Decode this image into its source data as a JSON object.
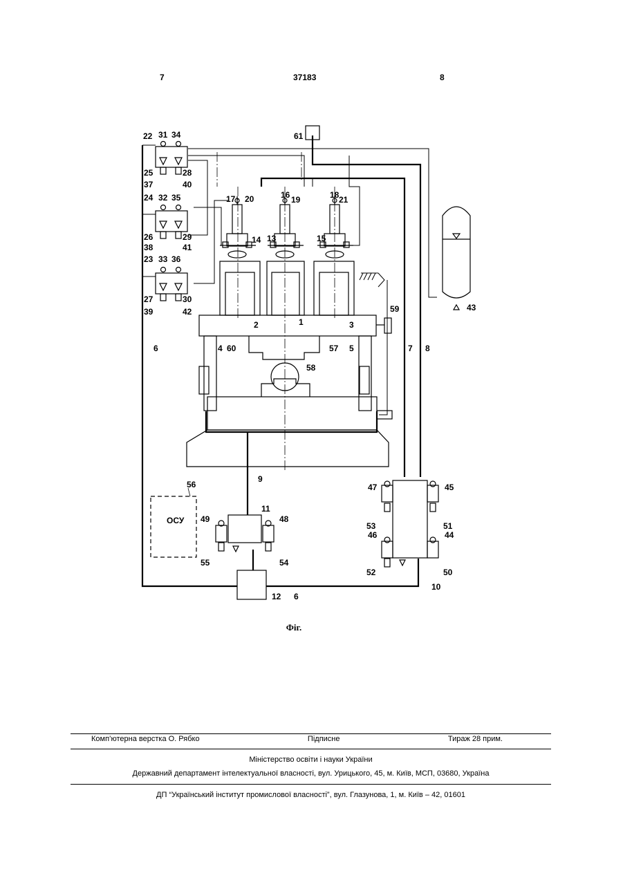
{
  "header": {
    "left_page": "7",
    "patent_number": "37183",
    "right_page": "8"
  },
  "figure": {
    "caption": "Фіг.",
    "box_label": "ОСУ",
    "labels": {
      "n1": "1",
      "n2": "2",
      "n3": "3",
      "n4": "4",
      "n5": "5",
      "n6": "6",
      "n6b": "6",
      "n7": "7",
      "n8": "8",
      "n9": "9",
      "n10": "10",
      "n11": "11",
      "n12": "12",
      "n13": "13",
      "n14": "14",
      "n15": "15",
      "n16": "16",
      "n17": "17",
      "n18": "18",
      "n19": "19",
      "n20": "20",
      "n21": "21",
      "n22": "22",
      "n23": "23",
      "n24": "24",
      "n25": "25",
      "n26": "26",
      "n27": "27",
      "n28": "28",
      "n29": "29",
      "n30": "30",
      "n31": "31",
      "n32": "32",
      "n33": "33",
      "n34": "34",
      "n35": "35",
      "n36": "36",
      "n37": "37",
      "n38": "38",
      "n39": "39",
      "n40": "40",
      "n41": "41",
      "n42": "42",
      "n43": "43",
      "n44": "44",
      "n45": "45",
      "n46": "46",
      "n47": "47",
      "n48": "48",
      "n49": "49",
      "n50": "50",
      "n51": "51",
      "n52": "52",
      "n53": "53",
      "n54": "54",
      "n55": "55",
      "n56": "56",
      "n57": "57",
      "n58": "58",
      "n59": "59",
      "n60": "60",
      "n61": "61"
    }
  },
  "footer": {
    "typesetting": "Комп’ютерна верстка О. Рябко",
    "subscription": "Підписне",
    "circulation": "Тираж 28 прим.",
    "ministry": "Міністерство освіти і науки України",
    "department": "Державний департамент інтелектуальної власності, вул. Урицького, 45, м. Київ, МСП, 03680, Україна",
    "institute": "ДП “Український інститут промислової власності”, вул. Глазунова, 1, м. Київ – 42, 01601"
  }
}
